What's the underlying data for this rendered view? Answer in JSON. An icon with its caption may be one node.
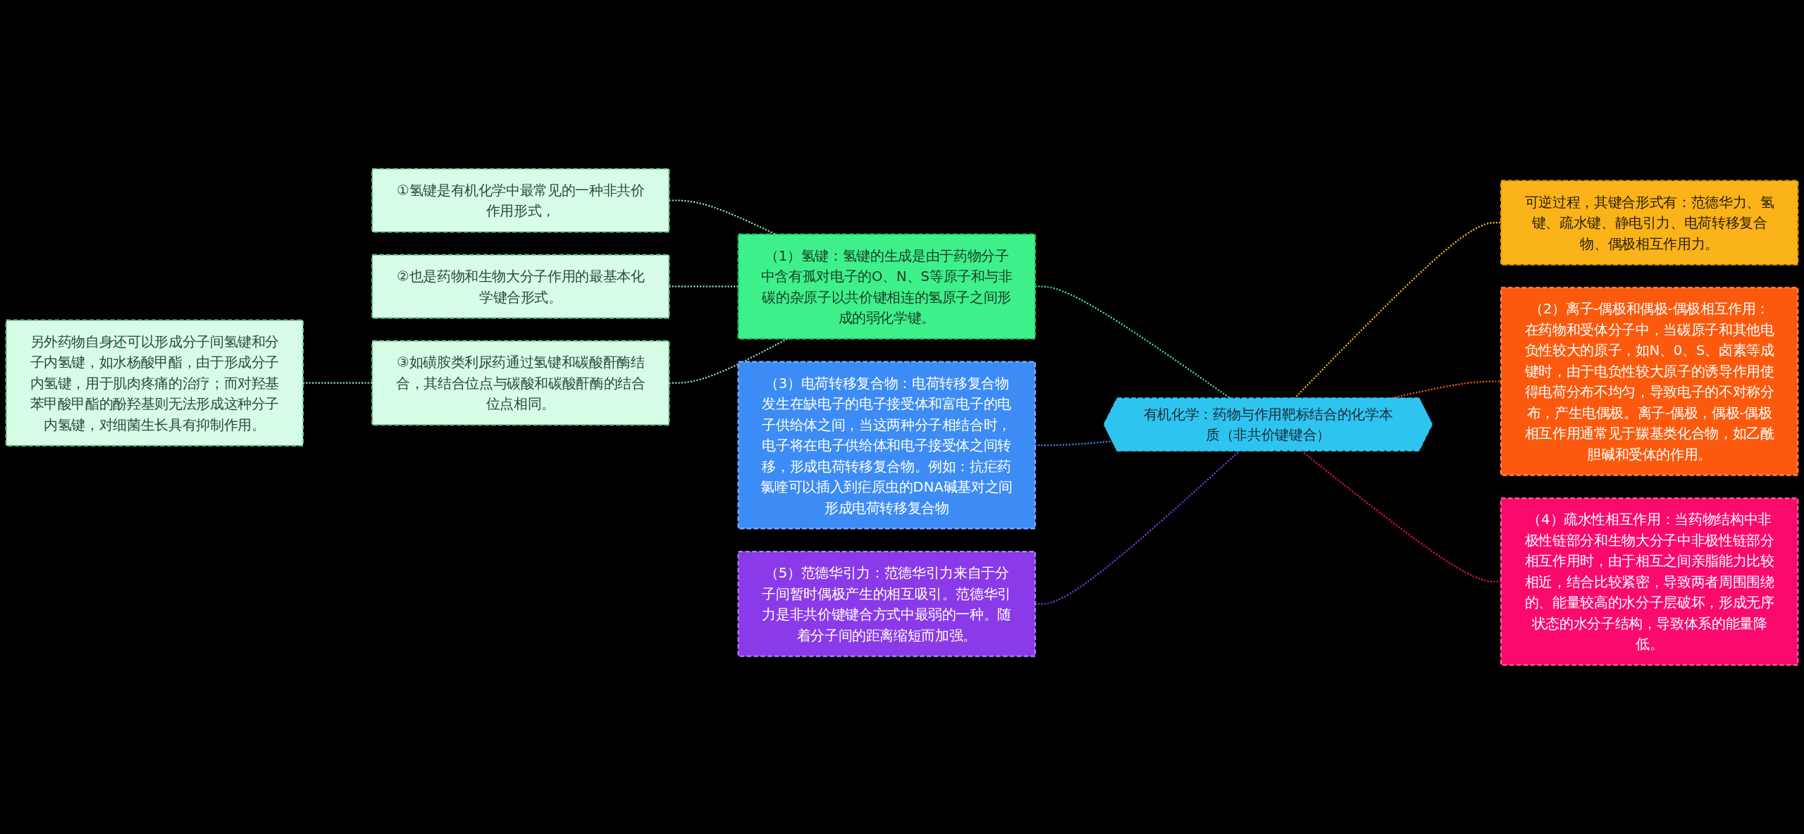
{
  "diagram": {
    "nodes": [
      {
        "text": [
          "有机化学：药物与作用靶标结合的化学本质（非共价键键合）"
        ]
      },
      {
        "text": [
          "（1）氢键：氢键的生成是由于药物分子中含有孤对电子的O、N、S等原子和与非碳的杂原子以共价键相连的氢原子之间形成的弱化学键。"
        ]
      },
      {
        "text": [
          "①氢键是有机化学中最常见的一种非共价作用形式，"
        ]
      },
      {
        "text": [
          "②也是药物和生物大分子作用的最基本化学键合形式。"
        ]
      },
      {
        "text": [
          "③如磺胺类利尿药通过氢键和碳酸酐酶结合，其结合位点与碳酸和碳酸酐酶的结合位点相同。"
        ]
      },
      {
        "text": [
          "另外药物自身还可以形成分子间氢键和分子内氢键，如水杨酸甲酯，由于形成分子内氢键，用于肌肉疼痛的治疗；而对羟基苯甲酸甲酯的酚羟基则无法形成这种分子内氢键，对细菌生长具有抑制作用。"
        ]
      },
      {
        "text": [
          "（3）电荷转移复合物：电荷转移复合物发生在缺电子的电子接受体和富电子的电子供给体之间，当这两种分子相结合时，电子将在电子供给体和电子接受体之间转移，形成电荷转移复合物。例如：抗疟药氯喹可以插入到疟原虫的DNA碱基对之间形成电荷转移复合物"
        ]
      },
      {
        "text": [
          "（5）范德华引力：范德华引力来自于分子间暂时偶极产生的相互吸引。范德华引力是非共价键键合方式中最弱的一种。随着分子间的距离缩短而加强。"
        ]
      },
      {
        "text": [
          "可逆过程，其键合形式有：范德华力、氢键、疏水键、静电引力、电荷转移复合物、偶极相互作用力。"
        ]
      },
      {
        "text": [
          "（2）离子-偶极和偶极-偶极相互作用：在药物和受体分子中，当碳原子和其他电负性较大的原子，如N、0、S、卤素等成键时，由于电负性较大原子的诱导作用使得电荷分布不均匀，导致电子的不对称分布，产生电偶极。离子-偶极，偶极-偶极相互作用通常见于羰基类化合物，如乙酰胆碱和受体的作用。"
        ]
      },
      {
        "text": [
          "（4）疏水性相互作用：当药物结构中非极性链部分和生物大分子中非极性链部分相互作用时，由于相互之间亲脂能力比较相近，结合比较紧密，导致两者周围围绕的、能量较高的水分子层破坏，形成无序状态的水分子结构，导致体系的能量降低。"
        ]
      }
    ],
    "edges": [
      {
        "from": 0,
        "to": 1,
        "arrow": "none",
        "style": "dashed",
        "color": "#3ef08a"
      },
      {
        "from": 1,
        "to": 2,
        "arrow": "none",
        "style": "dashed",
        "color": "#8fe8b0"
      },
      {
        "from": 1,
        "to": 3,
        "arrow": "none",
        "style": "dashed",
        "color": "#8fe8b0"
      },
      {
        "from": 1,
        "to": 4,
        "arrow": "none",
        "style": "dashed",
        "color": "#8fe8b0"
      },
      {
        "from": 4,
        "to": 5,
        "arrow": "none",
        "style": "dashed",
        "color": "#8fe8b0"
      },
      {
        "from": 0,
        "to": 6,
        "arrow": "none",
        "style": "dashed",
        "color": "#3d8cf5"
      },
      {
        "from": 0,
        "to": 7,
        "arrow": "none",
        "style": "dashed",
        "color": "#8a3ae8"
      },
      {
        "from": 0,
        "to": 8,
        "arrow": "none",
        "style": "dashed",
        "color": "#fbb31a"
      },
      {
        "from": 0,
        "to": 9,
        "arrow": "none",
        "style": "dashed",
        "color": "#fb5a0e"
      },
      {
        "from": 0,
        "to": 10,
        "arrow": "none",
        "style": "dashed",
        "color": "#fb0a6e"
      }
    ]
  }
}
